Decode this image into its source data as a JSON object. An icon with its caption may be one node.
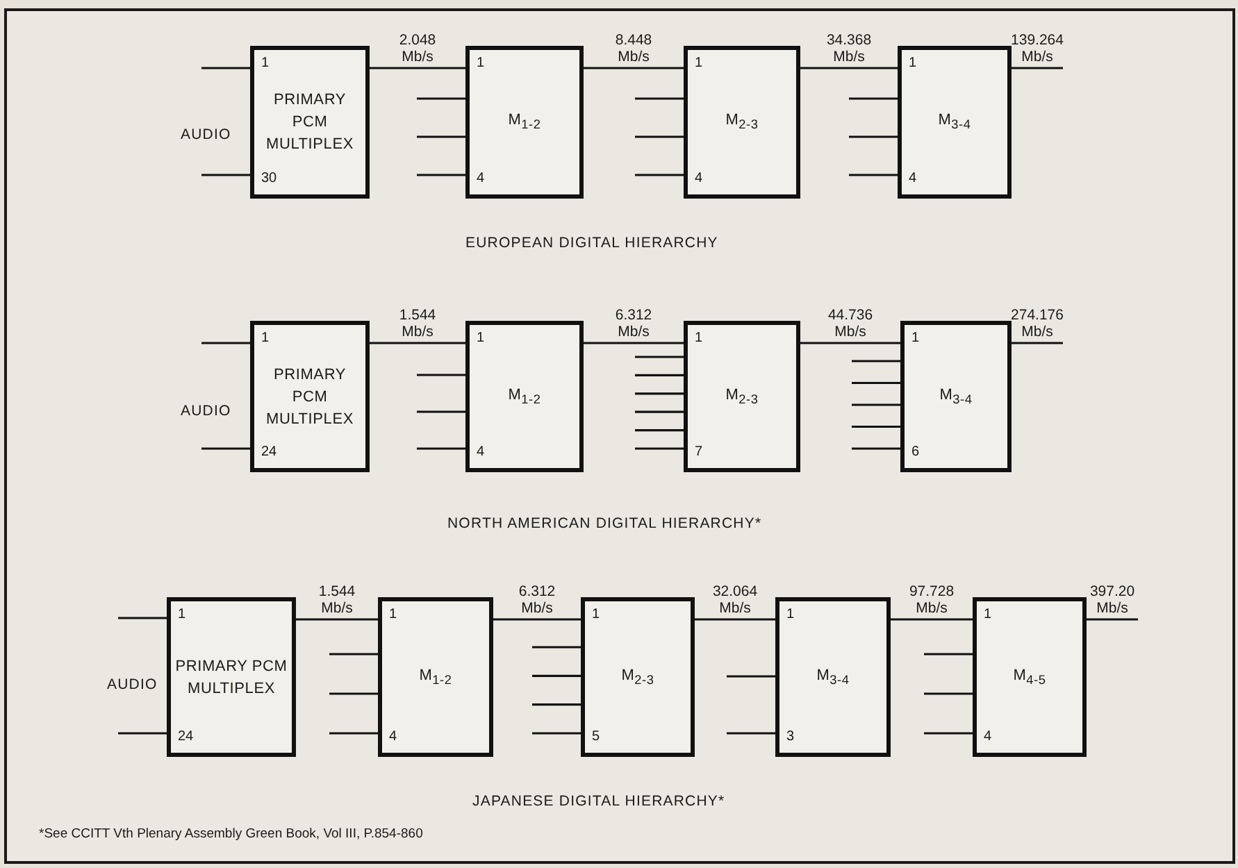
{
  "diagram": {
    "caption": "*See CCITT Vth Plenary Assembly Green Book, Vol III, P.854-860",
    "nodes": [
      {
        "text": [
          "1",
          "PRIMARY PCM MULTIPLEX",
          "30"
        ]
      },
      {
        "text": [
          "1",
          "M$_{1-2}$",
          "4"
        ]
      },
      {
        "text": [
          "1",
          "M$_{2-3}$",
          "4"
        ]
      },
      {
        "text": [
          "1",
          "M$_{3-4}$",
          "4"
        ]
      },
      {
        "text": [
          "1",
          "PRIMARY PCM MULTIPLEX",
          "24"
        ]
      },
      {
        "text": [
          "1",
          "M$_{1-2}$",
          "4"
        ]
      },
      {
        "text": [
          "1",
          "M$_{2-3}$",
          "7"
        ]
      },
      {
        "text": [
          "1",
          "M$_{3-4}$",
          "6"
        ]
      },
      {
        "text": [
          "1",
          "PRIMARY PCM MULTIPLEX",
          "24"
        ]
      },
      {
        "text": [
          "1",
          "M$_{1-2}$",
          "4"
        ]
      },
      {
        "text": [
          "1",
          "M$_{2-3}$",
          "5"
        ]
      },
      {
        "text": [
          "1",
          "M$_{3-4}$",
          "3"
        ]
      },
      {
        "text": [
          "1",
          "M$_{4-5}$",
          "4"
        ]
      }
    ],
    "edges": [
      {
        "from": null,
        "to": 0,
        "arrow": "none"
      },
      {
        "from": null,
        "to": 0,
        "arrow": "none"
      },
      {
        "from": 0,
        "to": 1,
        "arrow": "none",
        "label": "2.048 Mb/s"
      },
      {
        "from": null,
        "to": 1,
        "arrow": "none"
      },
      {
        "from": null,
        "to": 1,
        "arrow": "none"
      },
      {
        "from": null,
        "to": 1,
        "arrow": "none"
      },
      {
        "from": 1,
        "to": 2,
        "arrow": "none",
        "label": "8.448 Mb/s"
      },
      {
        "from": null,
        "to": 2,
        "arrow": "none"
      },
      {
        "from": null,
        "to": 2,
        "arrow": "none"
      },
      {
        "from": null,
        "to": 2,
        "arrow": "none"
      },
      {
        "from": 2,
        "to": 3,
        "arrow": "none",
        "label": "34.368 Mb/s"
      },
      {
        "from": null,
        "to": 3,
        "arrow": "none"
      },
      {
        "from": null,
        "to": 3,
        "arrow": "none"
      },
      {
        "from": null,
        "to": 3,
        "arrow": "none"
      },
      {
        "from": 3,
        "to": null,
        "arrow": "none",
        "label": "139.264 Mb/s"
      },
      {
        "from": null,
        "to": 4,
        "arrow": "none"
      },
      {
        "from": null,
        "to": 4,
        "arrow": "none"
      },
      {
        "from": 4,
        "to": 5,
        "arrow": "none",
        "label": "1.544 Mb/s"
      },
      {
        "from": null,
        "to": 5,
        "arrow": "none"
      },
      {
        "from": null,
        "to": 5,
        "arrow": "none"
      },
      {
        "from": null,
        "to": 5,
        "arrow": "none"
      },
      {
        "from": 5,
        "to": 6,
        "arrow": "none",
        "label": "6.312 Mb/s"
      },
      {
        "from": null,
        "to": 6,
        "arrow": "none"
      },
      {
        "from": null,
        "to": 6,
        "arrow": "none"
      },
      {
        "from": null,
        "to": 6,
        "arrow": "none"
      },
      {
        "from": null,
        "to": 6,
        "arrow": "none"
      },
      {
        "from": null,
        "to": 6,
        "arrow": "none"
      },
      {
        "from": null,
        "to": 6,
        "arrow": "none"
      },
      {
        "from": 6,
        "to": 7,
        "arrow": "none",
        "label": "44.736 Mb/s"
      },
      {
        "from": null,
        "to": 7,
        "arrow": "none"
      },
      {
        "from": null,
        "to": 7,
        "arrow": "none"
      },
      {
        "from": null,
        "to": 7,
        "arrow": "none"
      },
      {
        "from": null,
        "to": 7,
        "arrow": "none"
      },
      {
        "from": null,
        "to": 7,
        "arrow": "none"
      },
      {
        "from": 7,
        "to": null,
        "arrow": "none",
        "label": "274.176 Mb/s"
      },
      {
        "from": null,
        "to": 8,
        "arrow": "none"
      },
      {
        "from": null,
        "to": 8,
        "arrow": "none"
      },
      {
        "from": 8,
        "to": 9,
        "arrow": "none",
        "label": "1.544 Mb/s"
      },
      {
        "from": null,
        "to": 9,
        "arrow": "none"
      },
      {
        "from": null,
        "to": 9,
        "arrow": "none"
      },
      {
        "from": null,
        "to": 9,
        "arrow": "none"
      },
      {
        "from": 9,
        "to": 10,
        "arrow": "none",
        "label": "6.312 Mb/s"
      },
      {
        "from": null,
        "to": 10,
        "arrow": "none"
      },
      {
        "from": null,
        "to": 10,
        "arrow": "none"
      },
      {
        "from": null,
        "to": 10,
        "arrow": "none"
      },
      {
        "from": null,
        "to": 10,
        "arrow": "none"
      },
      {
        "from": 10,
        "to": 11,
        "arrow": "none",
        "label": "32.064 Mb/s"
      },
      {
        "from": null,
        "to": 11,
        "arrow": "none"
      },
      {
        "from": null,
        "to": 11,
        "arrow": "none"
      },
      {
        "from": 11,
        "to": 12,
        "arrow": "none",
        "label": "97.728 Mb/s"
      },
      {
        "from": null,
        "to": 12,
        "arrow": "none"
      },
      {
        "from": null,
        "to": 12,
        "arrow": "none"
      },
      {
        "from": null,
        "to": 12,
        "arrow": "none"
      },
      {
        "from": 12,
        "to": null,
        "arrow": "none",
        "label": "397.20 Mb/s"
      }
    ],
    "labels": [
      "AUDIO",
      "EUROPEAN DIGITAL HIERARCHY",
      "AUDIO",
      "NORTH AMERICAN DIGITAL HIERARCHY*",
      "AUDIO",
      "JAPANESE DIGITAL HIERARCHY*"
    ]
  }
}
